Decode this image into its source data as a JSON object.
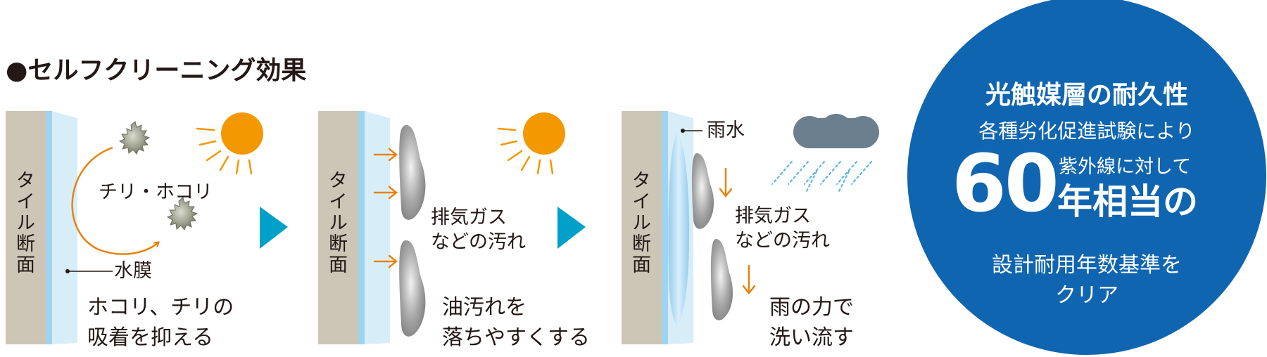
{
  "title": "●セルフクリーニング効果",
  "panels": [
    {
      "wall_label": "タイル断面",
      "labels": {
        "dust": "チリ・ホコリ",
        "water_film": "水膜"
      },
      "caption": [
        "ホコリ、チリの",
        "吸着を抑える"
      ]
    },
    {
      "wall_label": "タイル断面",
      "labels": {
        "exhaust": [
          "排気ガス",
          "などの汚れ"
        ]
      },
      "caption": [
        "油汚れを",
        "落ちやすくする"
      ]
    },
    {
      "wall_label": "タイル断面",
      "labels": {
        "rain": "雨水",
        "exhaust": [
          "排気ガス",
          "などの汚れ"
        ]
      },
      "caption": [
        "雨の力で",
        "洗い流す"
      ]
    }
  ],
  "badge": {
    "heading": "光触媒層の耐久性",
    "line2": "各種劣化促進試験により",
    "number": "60",
    "small": "紫外線に対して",
    "big": "年相当の",
    "line4": "設計耐用年数基準を",
    "line5": "クリア"
  },
  "colors": {
    "tile": "#cdc5b6",
    "water": "#c6e5f6",
    "arrow": "#e8820e",
    "sun": "#f39800",
    "play": "#00a0c9",
    "cloud": "#6b7f8f",
    "badge": "#1065b0"
  },
  "icons": [
    "sun-icon",
    "cloud-icon",
    "rain-icon",
    "dust-icon",
    "play-arrow-icon"
  ]
}
